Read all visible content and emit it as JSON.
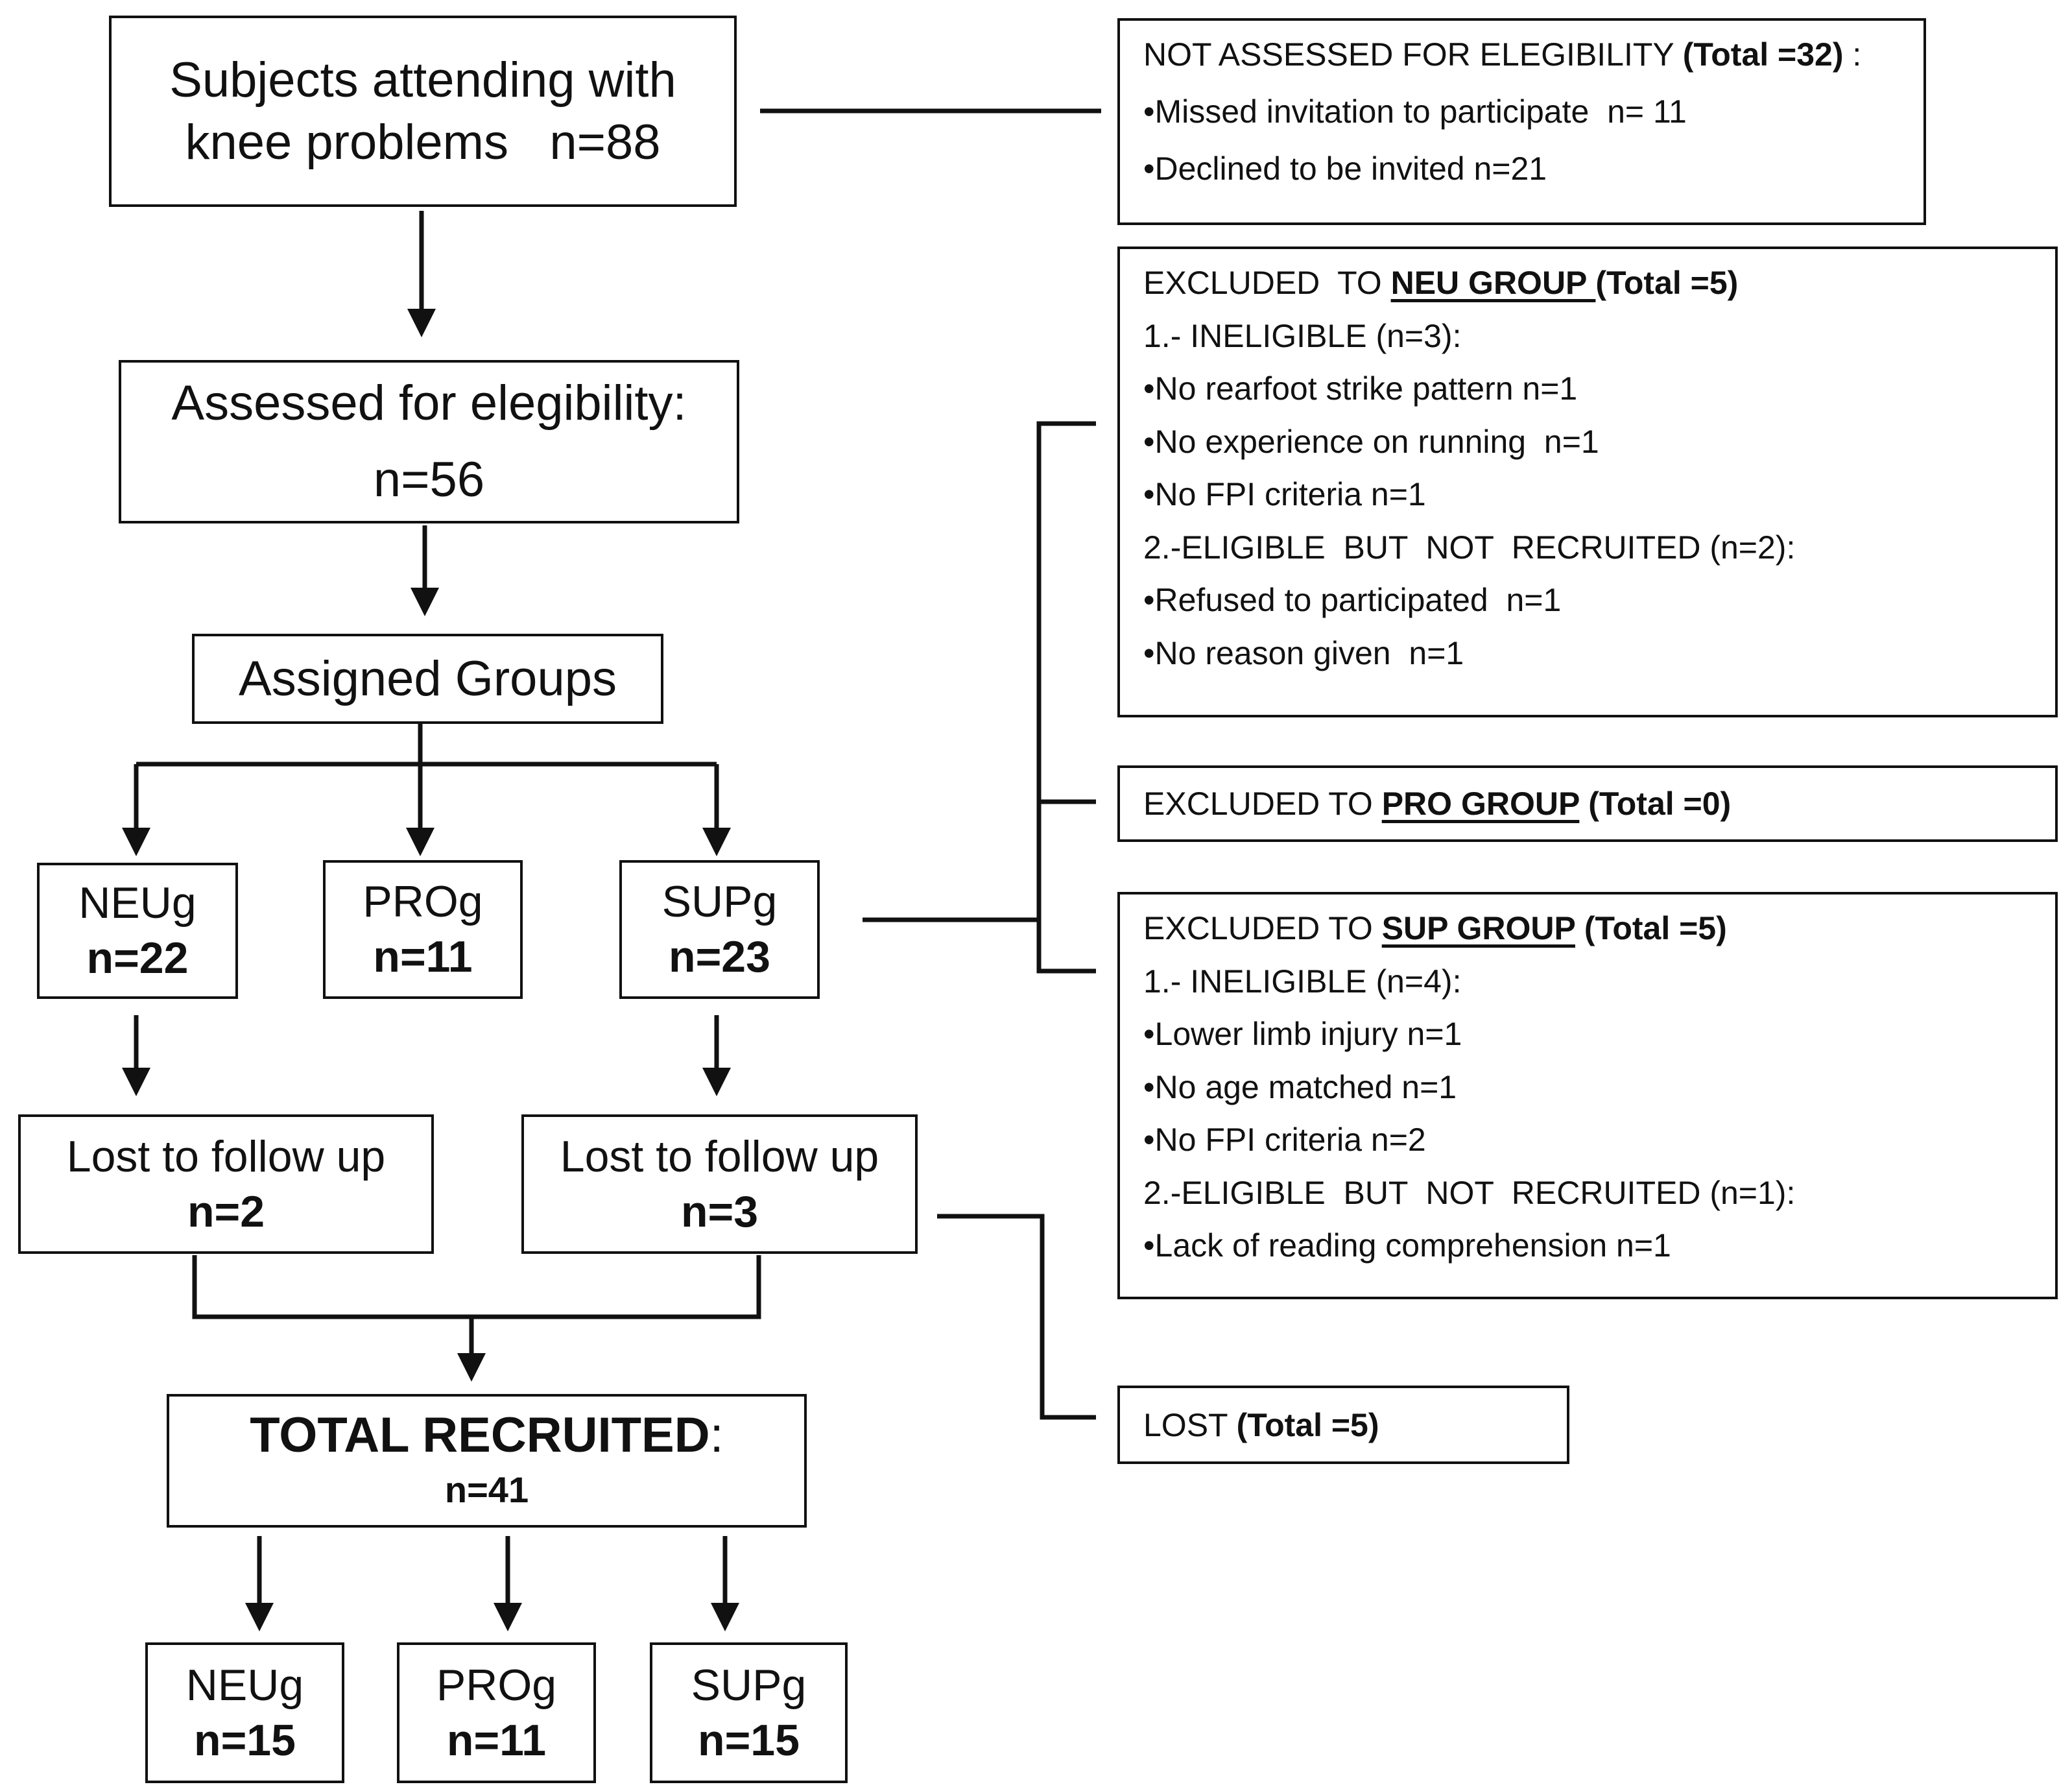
{
  "subjects": {
    "line1": "Subjects attending with",
    "line2": "knee problems   n=88"
  },
  "assessed": {
    "line1": "Assessed for elegibility:",
    "line2": "n=56"
  },
  "assigned": {
    "label": "Assigned Groups"
  },
  "groups": [
    {
      "name": "NEUg",
      "count": "n=22"
    },
    {
      "name": "PROg",
      "count": "n=11"
    },
    {
      "name": "SUPg",
      "count": "n=23"
    }
  ],
  "lost_followup": [
    {
      "label": "Lost to follow up",
      "count": "n=2"
    },
    {
      "label": "Lost to follow up",
      "count": "n=3"
    }
  ],
  "total": {
    "label": "TOTAL RECRUITED",
    "colon": ":",
    "count": "n=41"
  },
  "final_groups": [
    {
      "name": "NEUg",
      "count": "n=15"
    },
    {
      "name": "PROg",
      "count": "n=11"
    },
    {
      "name": "SUPg",
      "count": "n=15"
    }
  ],
  "not_assessed": {
    "title": "NOT ASSESSED FOR ELEGIBILITY ",
    "total": "(Total =32)",
    "title_end": " :",
    "items": [
      "•Missed invitation to participate  n= 11",
      "•Declined to be invited n=21"
    ]
  },
  "excluded_neu": {
    "prefix": "EXCLUDED  TO ",
    "group": "NEU GROUP ",
    "total": "(Total =5)",
    "lines": [
      "1.- INELIGIBLE (n=3):",
      "•No rearfoot strike pattern n=1",
      "•No experience on running  n=1",
      "•No FPI criteria n=1",
      "2.-ELIGIBLE  BUT  NOT  RECRUITED (n=2):",
      "•Refused to participated  n=1",
      "•No reason given  n=1"
    ]
  },
  "excluded_pro": {
    "prefix": "EXCLUDED TO ",
    "group": "PRO GROUP",
    "total": " (Total =0)"
  },
  "excluded_sup": {
    "prefix": "EXCLUDED TO ",
    "group": "SUP GROUP",
    "total": " (Total =5)",
    "lines": [
      "1.- INELIGIBLE (n=4):",
      "•Lower limb injury n=1",
      "•No age matched n=1",
      "•No FPI criteria n=2",
      "2.-ELIGIBLE  BUT  NOT  RECRUITED (n=1):",
      "•Lack of reading comprehension n=1"
    ]
  },
  "lost": {
    "prefix": "LOST ",
    "total": "(Total =5)"
  }
}
